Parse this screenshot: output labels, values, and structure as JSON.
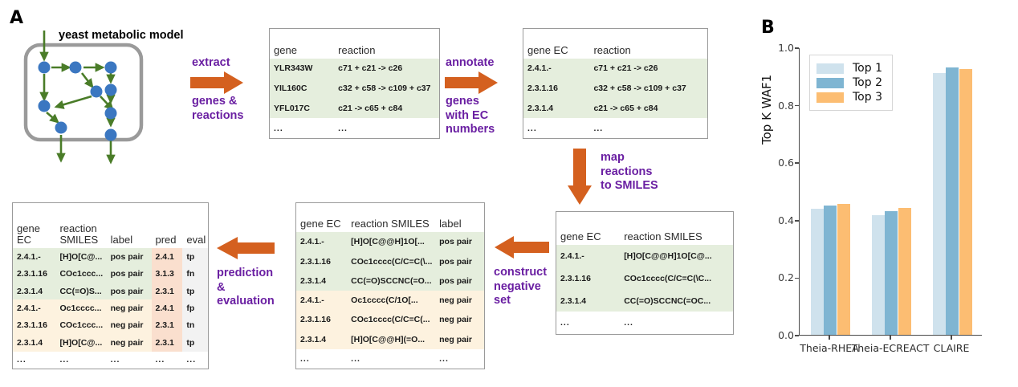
{
  "panels": {
    "a_letter": "A",
    "b_letter": "B"
  },
  "diagram": {
    "model_title": "yeast metabolic model",
    "steps": [
      {
        "name": "extract",
        "line1": "extract",
        "line2": "genes &",
        "line3": "reactions"
      },
      {
        "name": "annotate",
        "line1": "annotate",
        "line2": "genes",
        "line3": "with EC",
        "line4": "numbers"
      },
      {
        "name": "map",
        "line1": "map",
        "line2": "reactions",
        "line3": "to SMILES"
      },
      {
        "name": "construct",
        "line1": "construct",
        "line2": "negative",
        "line3": "set"
      },
      {
        "name": "prediction",
        "line1": "prediction",
        "line2": "&",
        "line3": "evaluation"
      }
    ],
    "ellipsis": "...",
    "colors": {
      "arrow_orange": "#d4601f",
      "step_purple": "#6a1fa2",
      "node_blue": "#3b77c1",
      "edge_green": "#4a7c28",
      "membrane_gray": "#9a9a9a"
    }
  },
  "table_genes": {
    "name": "gene-reaction-table",
    "headers": [
      "gene",
      "reaction"
    ],
    "rows": [
      {
        "gene": "YLR343W",
        "reaction": "c71 + c21 -> c26",
        "dim": true
      },
      {
        "gene": "YIL160C",
        "reaction": "c32 + c58 -> c109 + c37",
        "dim": false
      },
      {
        "gene": "YFL017C",
        "reaction": "c21 -> c65 + c84",
        "dim": false
      }
    ],
    "footer": [
      "...",
      "..."
    ]
  },
  "table_ec": {
    "name": "geneEC-reaction-table",
    "headers": [
      "gene EC",
      "reaction"
    ],
    "rows": [
      {
        "ec": "2.4.1.-",
        "reaction": "c71 + c21 -> c26",
        "dim": true
      },
      {
        "ec": "2.3.1.16",
        "reaction": "c32 + c58 -> c109 + c37",
        "dim": false
      },
      {
        "ec": "2.3.1.4",
        "reaction": "c21 -> c65 + c84",
        "dim": false
      }
    ],
    "footer": [
      "...",
      "..."
    ]
  },
  "table_smiles": {
    "name": "geneEC-smiles-table",
    "headers": [
      "gene EC",
      "reaction SMILES"
    ],
    "rows": [
      {
        "ec": "2.4.1.-",
        "smiles": "[H]O[C@@H]1O[C@...",
        "dim": true
      },
      {
        "ec": "2.3.1.16",
        "smiles": "COc1cccc(C/C=C(\\C...",
        "dim": false
      },
      {
        "ec": "2.3.1.4",
        "smiles": "CC(=O)SCCNC(=OC...",
        "dim": false
      }
    ],
    "footer": [
      "...",
      "..."
    ]
  },
  "table_label": {
    "name": "pos-neg-pairs-table",
    "headers": [
      "gene\nEC",
      "reaction\nSMILES",
      "label"
    ],
    "headers_flat": [
      "gene EC",
      "reaction SMILES",
      "label"
    ],
    "rows": [
      {
        "ec": "2.4.1.-",
        "smiles": "[H]O[C@@H]1O[...",
        "label": "pos pair",
        "tone": "grn",
        "dim": true
      },
      {
        "ec": "2.3.1.16",
        "smiles": "COc1cccc(C/C=C(\\...",
        "label": "pos pair",
        "tone": "grn",
        "dim": false
      },
      {
        "ec": "2.3.1.4",
        "smiles": "CC(=O)SCCNC(=O...",
        "label": "pos pair",
        "tone": "grn",
        "dim": false
      },
      {
        "ec": "2.4.1.-",
        "smiles": "Oc1cccc(C/1O[...",
        "label": "neg pair",
        "tone": "org",
        "dim": true
      },
      {
        "ec": "2.3.1.16",
        "smiles": "COc1cccc(C/C=C(...",
        "label": "neg pair",
        "tone": "org",
        "dim": false
      },
      {
        "ec": "2.3.1.4",
        "smiles": "[H]O[C@@H](=O...",
        "label": "neg pair",
        "tone": "org",
        "dim": false
      }
    ],
    "footer": [
      "...",
      "...",
      "..."
    ]
  },
  "table_eval": {
    "name": "prediction-evaluation-table",
    "headers_flat": [
      "gene EC",
      "reaction SMILES",
      "label",
      "pred",
      "eval"
    ],
    "header_parts": {
      "c1a": "gene",
      "c1b": "EC",
      "c2a": "reaction",
      "c2b": "SMILES",
      "c3": "label",
      "c4": "pred",
      "c5": "eval"
    },
    "rows": [
      {
        "ec": "2.4.1.-",
        "smiles": "[H]O[C@...",
        "label": "pos pair",
        "pred": "2.4.1",
        "eval": "tp",
        "tone": "grn",
        "dim": true
      },
      {
        "ec": "2.3.1.16",
        "smiles": "COc1ccc...",
        "label": "pos pair",
        "pred": "3.1.3",
        "eval": "fn",
        "tone": "grn",
        "dim": false
      },
      {
        "ec": "2.3.1.4",
        "smiles": "CC(=O)S...",
        "label": "pos pair",
        "pred": "2.3.1",
        "eval": "tp",
        "tone": "grn",
        "dim": false
      },
      {
        "ec": "2.4.1.-",
        "smiles": "Oc1cccc...",
        "label": "neg pair",
        "pred": "2.4.1",
        "eval": "fp",
        "tone": "org",
        "dim": true
      },
      {
        "ec": "2.3.1.16",
        "smiles": "COc1ccc...",
        "label": "neg pair",
        "pred": "2.3.1",
        "eval": "tn",
        "tone": "org",
        "dim": false
      },
      {
        "ec": "2.3.1.4",
        "smiles": "[H]O[C@...",
        "label": "neg pair",
        "pred": "2.3.1",
        "eval": "tp",
        "tone": "org",
        "dim": false
      }
    ],
    "footer": [
      "...",
      "...",
      "...",
      "...",
      "..."
    ]
  },
  "chart_data": {
    "type": "bar",
    "title": "",
    "xlabel": "",
    "ylabel": "Top K WAF1",
    "categories": [
      "Theia-RHEA",
      "Theia-ECREACT",
      "CLAIRE"
    ],
    "series": [
      {
        "name": "Top 1",
        "color": "#cfe2ed",
        "values": [
          0.438,
          0.417,
          0.91
        ]
      },
      {
        "name": "Top 2",
        "color": "#7fb5d2",
        "values": [
          0.451,
          0.43,
          0.929
        ]
      },
      {
        "name": "Top 3",
        "color": "#fcbd72",
        "values": [
          0.455,
          0.44,
          0.924
        ]
      }
    ],
    "ylim": [
      0.0,
      1.0
    ],
    "yticks": [
      "0.0",
      "0.2",
      "0.4",
      "0.6",
      "0.8",
      "1.0"
    ],
    "ytick_values": [
      0.0,
      0.2,
      0.4,
      0.6,
      0.8,
      1.0
    ],
    "grid": false,
    "legend_position": "upper left"
  }
}
